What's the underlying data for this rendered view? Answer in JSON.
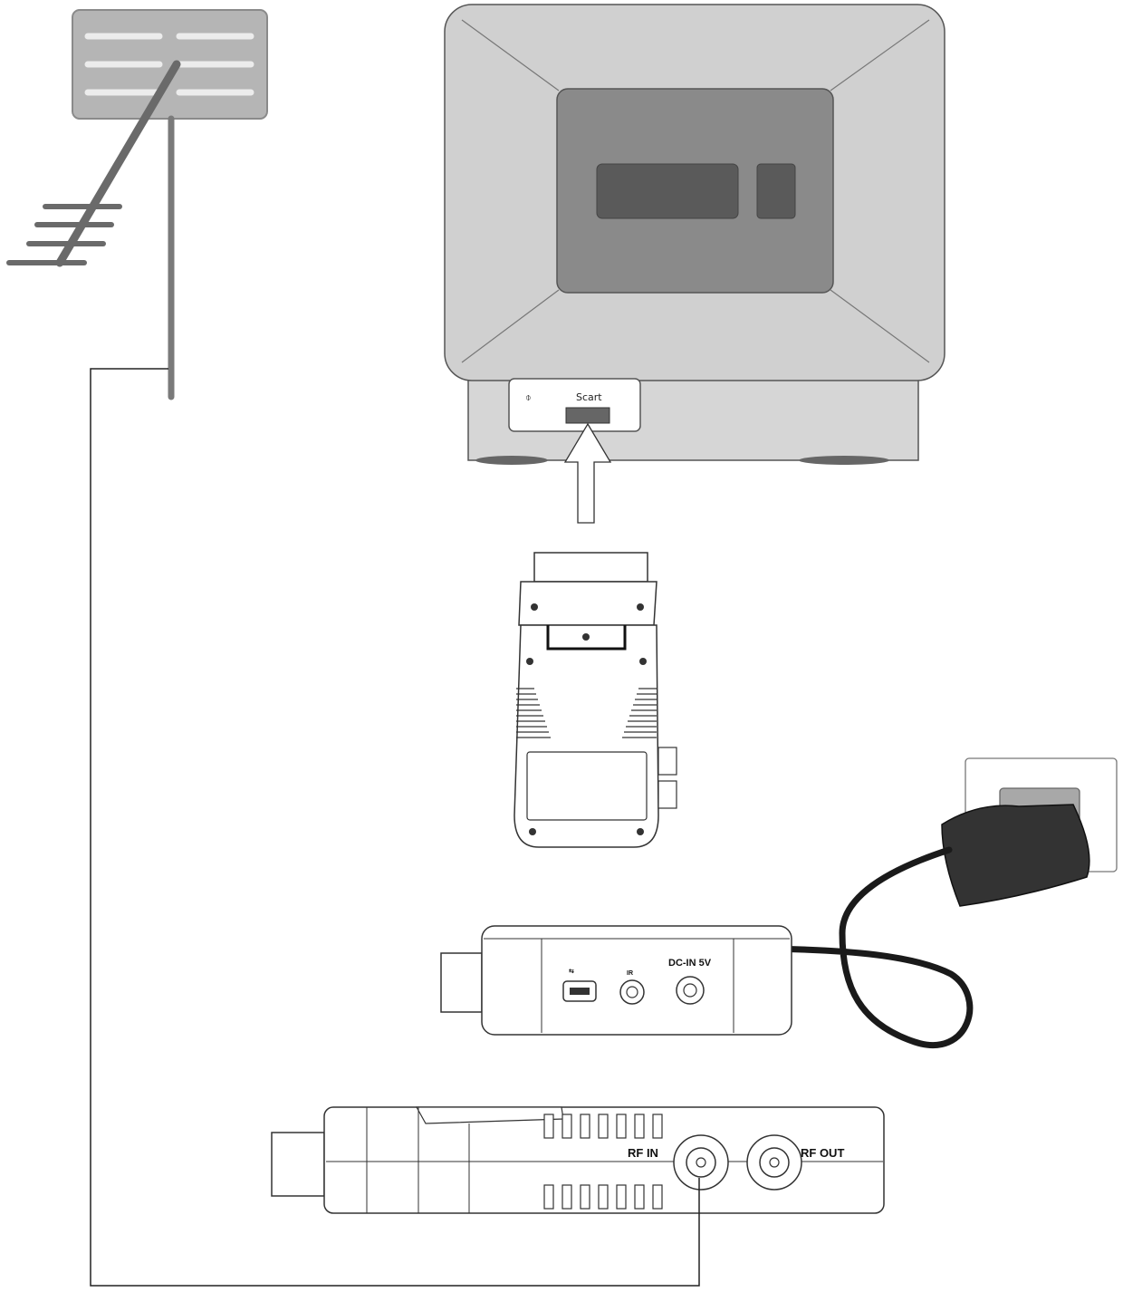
{
  "labels": {
    "tv_power_symbol": "⌽",
    "tv_scart": "Scart",
    "receiver_ir": "IR",
    "receiver_dc_in": "DC-IN 5V",
    "receiver_rf_in": "RF IN",
    "receiver_rf_out": "RF OUT"
  },
  "icons": {
    "usb": "usb-icon",
    "power": "power-icon"
  },
  "colors": {
    "line": "#222222",
    "tv_body": "#d0d0d0",
    "tv_screen": "#8a8a8a",
    "tv_window": "#5a5a5a",
    "antenna_panel": "#b5b5b5",
    "antenna_rod": "#6a6a6a",
    "adapter": "#333333"
  }
}
